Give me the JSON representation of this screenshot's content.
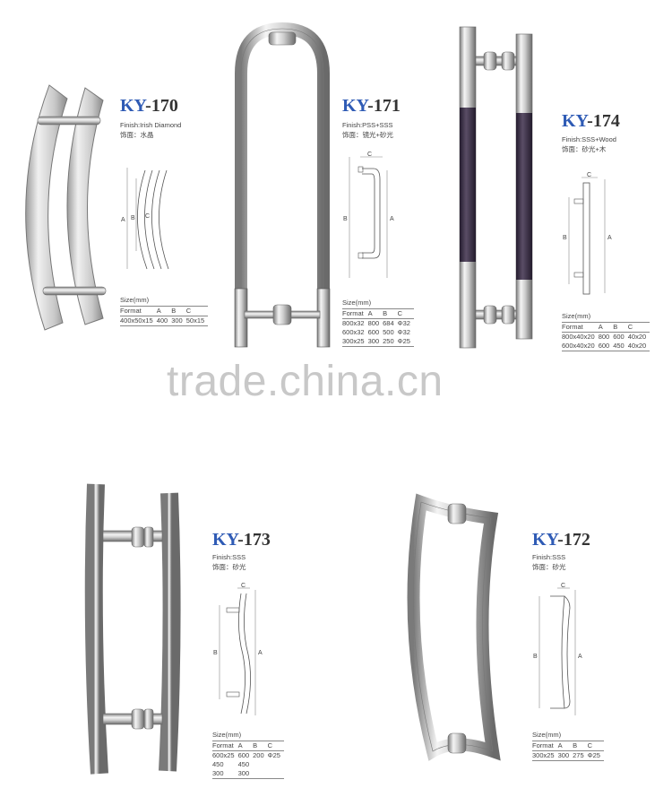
{
  "watermark": "trade.china.cn",
  "products": {
    "ky170": {
      "prefix": "KY",
      "number": "-170",
      "finish_en": "Finish:Irish Diamond",
      "finish_cn": "饰面：水晶",
      "size_label": "Size(mm)",
      "headers": [
        "Format",
        "A",
        "B",
        "C"
      ],
      "rows": [
        [
          "400x50x15",
          "400",
          "300",
          "50x15"
        ]
      ]
    },
    "ky171": {
      "prefix": "KY",
      "number": "-171",
      "finish_en": "Finish:PSS+SSS",
      "finish_cn": "饰面：镜光+砂光",
      "size_label": "Size(mm)",
      "headers": [
        "Format",
        "A",
        "B",
        "C"
      ],
      "rows": [
        [
          "800x32",
          "800",
          "684",
          "Φ32"
        ],
        [
          "600x32",
          "600",
          "500",
          "Φ32"
        ],
        [
          "300x25",
          "300",
          "250",
          "Φ25"
        ]
      ]
    },
    "ky174": {
      "prefix": "KY",
      "number": "-174",
      "finish_en": "Finish:SSS+Wood",
      "finish_cn": "饰面：砂光+木",
      "size_label": "Size(mm)",
      "headers": [
        "Format",
        "A",
        "B",
        "C"
      ],
      "rows": [
        [
          "800x40x20",
          "800",
          "600",
          "40x20"
        ],
        [
          "600x40x20",
          "600",
          "450",
          "40x20"
        ]
      ]
    },
    "ky173": {
      "prefix": "KY",
      "number": "-173",
      "finish_en": "Finish:SSS",
      "finish_cn": "饰面：砂光",
      "size_label": "Size(mm)",
      "headers": [
        "Format",
        "A",
        "B",
        "C"
      ],
      "rows": [
        [
          "600x25",
          "600",
          "200",
          "Φ25"
        ],
        [
          "450",
          "450",
          "",
          ""
        ],
        [
          "300",
          "300",
          "",
          ""
        ]
      ]
    },
    "ky172": {
      "prefix": "KY",
      "number": "-172",
      "finish_en": "Finish:SSS",
      "finish_cn": "饰面：砂光",
      "size_label": "Size(mm)",
      "headers": [
        "Format",
        "A",
        "B",
        "C"
      ],
      "rows": [
        [
          "300x25",
          "300",
          "275",
          "Φ25"
        ]
      ]
    }
  },
  "dimension_letters": {
    "a": "A",
    "b": "B",
    "c": "C"
  },
  "colors": {
    "steel_light": "#f2f2f2",
    "steel_mid": "#b8b8b8",
    "steel_dark": "#6e6e6e",
    "wood": "#3a2f45",
    "brand_blue": "#2f5bb5"
  }
}
